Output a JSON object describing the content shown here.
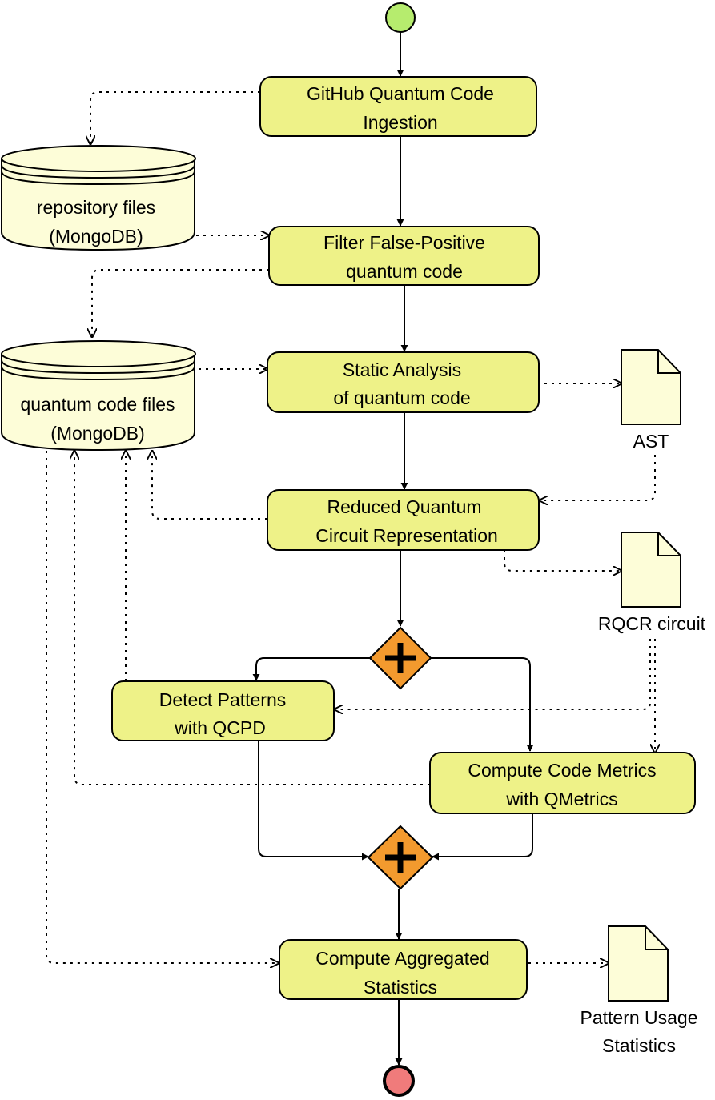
{
  "tasks": {
    "ingestion": [
      "GitHub Quantum Code",
      "Ingestion"
    ],
    "filter": [
      "Filter False-Positive",
      "quantum code"
    ],
    "static_analysis": [
      "Static Analysis",
      "of quantum code"
    ],
    "reduced": [
      "Reduced Quantum",
      "Circuit Representation"
    ],
    "detect": [
      "Detect Patterns",
      "with QCPD"
    ],
    "metrics": [
      "Compute Code Metrics",
      "with QMetrics"
    ],
    "aggregate": [
      "Compute Aggregated",
      "Statistics"
    ]
  },
  "data_stores": {
    "repository": [
      "repository files",
      "(MongoDB)"
    ],
    "quantum_code": [
      "quantum code files",
      "(MongoDB)"
    ]
  },
  "artifacts": {
    "ast": [
      "AST"
    ],
    "rqcr": [
      "RQCR circuit"
    ],
    "stats": [
      "Pattern Usage",
      "Statistics"
    ]
  },
  "colors": {
    "task_fill": "#eef288",
    "store_fill": "#fdfdd8",
    "gateway_fill": "#f39a2e",
    "start_fill": "#b6ec6e",
    "end_fill": "#f07b7b"
  }
}
